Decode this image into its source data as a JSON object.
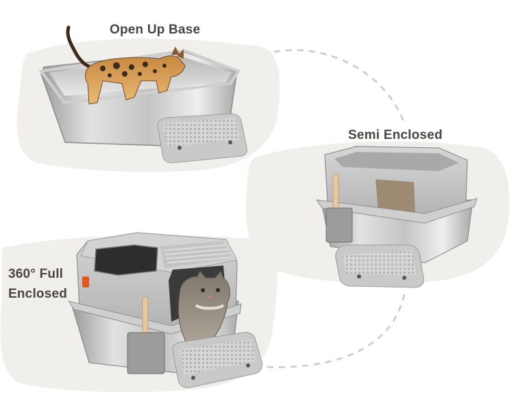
{
  "labels": {
    "open_up_base": "Open Up Base",
    "semi_enclosed": "Semi Enclosed",
    "full_enclosed_line1": "360° Full",
    "full_enclosed_line2": "Enclosed"
  },
  "colors": {
    "background": "#ffffff",
    "brush_blob": "#f1efeb",
    "label_text": "#4a4542",
    "dash_line": "#d2d0cc",
    "steel_light": "#dcdcdc",
    "steel_dark": "#9c9c9c",
    "hood_grey": "#bfbfbf",
    "mat_grey": "#d4d4d4",
    "latch_orange": "#e0581f",
    "cat_tabby_brown": "#b8793c",
    "cat_grey": "#8d8478",
    "wood_post": "#e6c9a0"
  },
  "scenes": [
    {
      "name": "open-up-base",
      "items": [
        "stainless-steel-box",
        "bengal-cat",
        "step-mat"
      ]
    },
    {
      "name": "semi-enclosed",
      "items": [
        "stainless-steel-box",
        "grey-hood",
        "scoop-holder",
        "step-mat"
      ]
    },
    {
      "name": "full-enclosed",
      "items": [
        "stainless-steel-box",
        "grey-lid",
        "top-entry-hole",
        "grey-tabby-cat",
        "scoop-holder",
        "step-mat",
        "orange-latch"
      ]
    }
  ]
}
